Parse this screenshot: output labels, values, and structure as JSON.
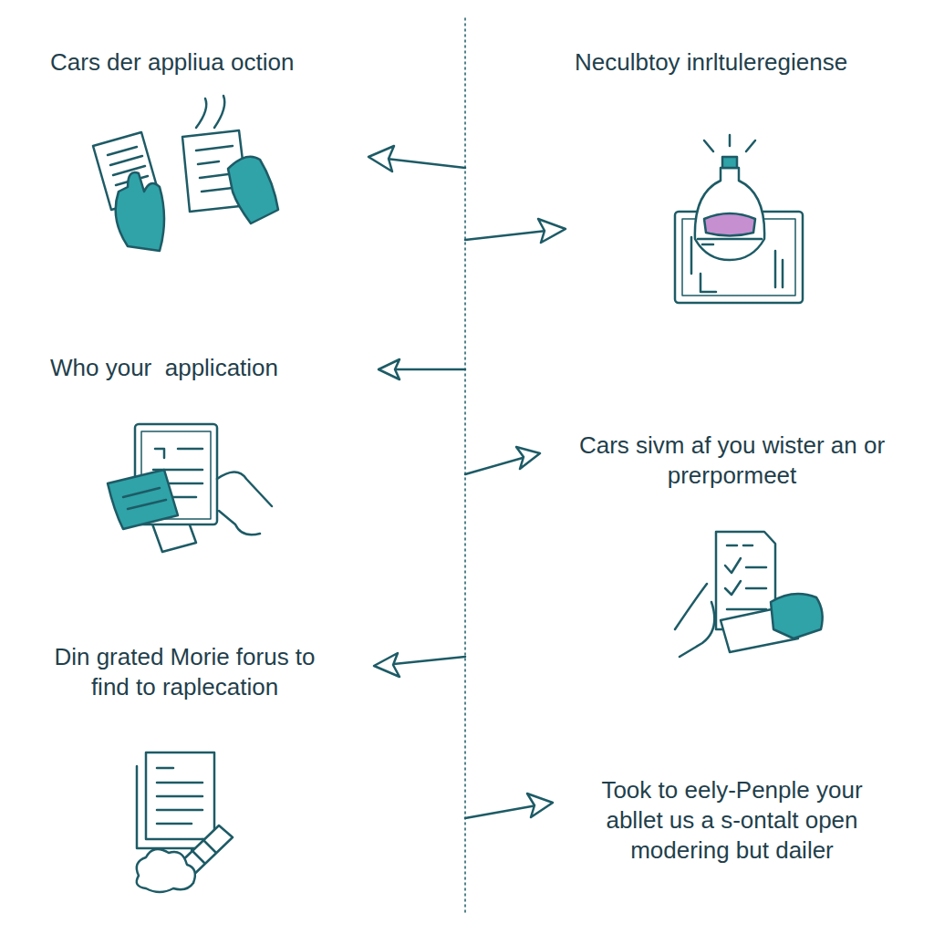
{
  "diagram": {
    "labels": [
      "Cars der appliua oction",
      "Neculbtoy inrltuleregiense",
      "Who your  application",
      "Cars sivm af you wister an or prerpormeet",
      "Din grated Morie forus to find to raplecation",
      "Took to eely-Penple your abllet us a s-ontalt open modering but dailer"
    ]
  }
}
